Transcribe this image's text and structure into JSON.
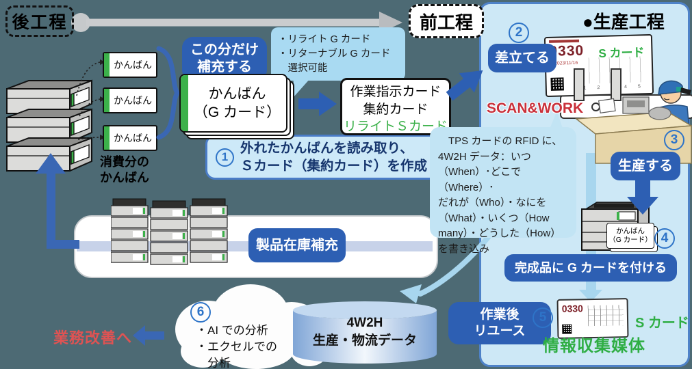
{
  "colors": {
    "background": "#4d6a74",
    "panel": "#cde8f6",
    "accent_blue": "#2d5fb3",
    "light_blue": "#a8d6ee",
    "green": "#3cb14a",
    "scan_red": "#c9303a"
  },
  "top": {
    "later_process": "後工程",
    "front_process": "前工程",
    "production_title": "●生産工程"
  },
  "left_flow": {
    "kanban_tag": "かんばん",
    "consumed_label": "消費分の\nかんばん",
    "replenish_note": "この分だけ\n補充する",
    "card_options_note": "・リライト G カード\n・リターナブル G カード\n　選択可能",
    "g_card_label": "かんばん\n（G カード）",
    "instruction_card": {
      "line1": "作業指示カード",
      "line2": "集約カード",
      "line3": "リライトＳカード"
    },
    "step1": {
      "num": "1",
      "text": "外れたかんばんを読み取り、\nＳカード（集約カード）を作成"
    }
  },
  "production": {
    "step2": {
      "num": "2",
      "label": "差立てる"
    },
    "scan_work": "SCAN&WORK",
    "s_card": {
      "code": "0330",
      "date": "2023/11/16",
      "label": "S カード",
      "columns": "1 2 3 4 5"
    },
    "step3": {
      "num": "3",
      "label": "生産する"
    },
    "step4": {
      "num": "4",
      "tag": "かんばん\n（G カード）"
    },
    "attach_label": "完成品に G カードを付ける",
    "reuse_label": "作業後\nリユース",
    "step5": {
      "num": "5",
      "code": "0330",
      "card_label": "S カード",
      "media_label": "情報収集媒体"
    },
    "rfid_note": "　TPS カードの RFID に、\n4W2H データ：いつ\n（When）･どこで（Where）･\nだれが（Who）・なにを\n（What）・いくつ（How\nmany）・どうした（How）\nを書き込み"
  },
  "bottom_flow": {
    "restock_label": "製品在庫補充",
    "step6": {
      "num": "6",
      "text": "・AI での分析\n・エクセルでの\n　分析"
    },
    "database_label": "4W2H\n生産・物流データ",
    "improvement_label": "業務改善へ"
  }
}
